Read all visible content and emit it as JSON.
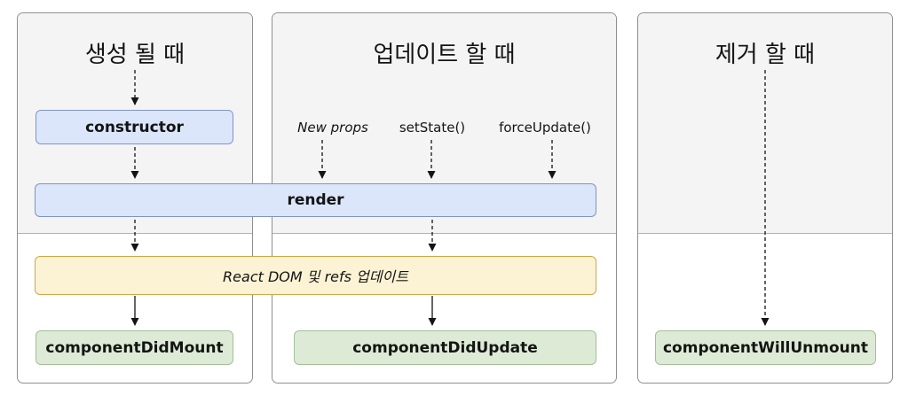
{
  "diagram_title": "React component lifecycle (Korean)",
  "colors": {
    "blue_fill": "#dbe6fb",
    "blue_border": "#8094c8",
    "yellow_fill": "#fcf3d4",
    "yellow_border": "#cfa648",
    "green_fill": "#ddebd6",
    "green_border": "#a3bf97",
    "panel_bg": "#f4f4f4",
    "panel_border": "#8f8f8f",
    "divider": "#b3b3b3",
    "ink": "#141414",
    "canvas_bg": "#ffffff"
  },
  "columns": {
    "mount": {
      "title": "생성 될 때"
    },
    "update": {
      "title": "업데이트 할 때",
      "triggers": {
        "new_props": "New props",
        "set_state": "setState()",
        "force_update": "forceUpdate()"
      }
    },
    "unmount": {
      "title": "제거 할 때"
    }
  },
  "boxes": {
    "constructor": {
      "label": "constructor"
    },
    "render": {
      "label": "render"
    },
    "react_dom_refs": {
      "label": "React DOM 및 refs 업데이트"
    },
    "component_did_mount": {
      "label": "componentDidMount"
    },
    "component_did_update": {
      "label": "componentDidUpdate"
    },
    "component_will_unmount": {
      "label": "componentWillUnmount"
    }
  }
}
